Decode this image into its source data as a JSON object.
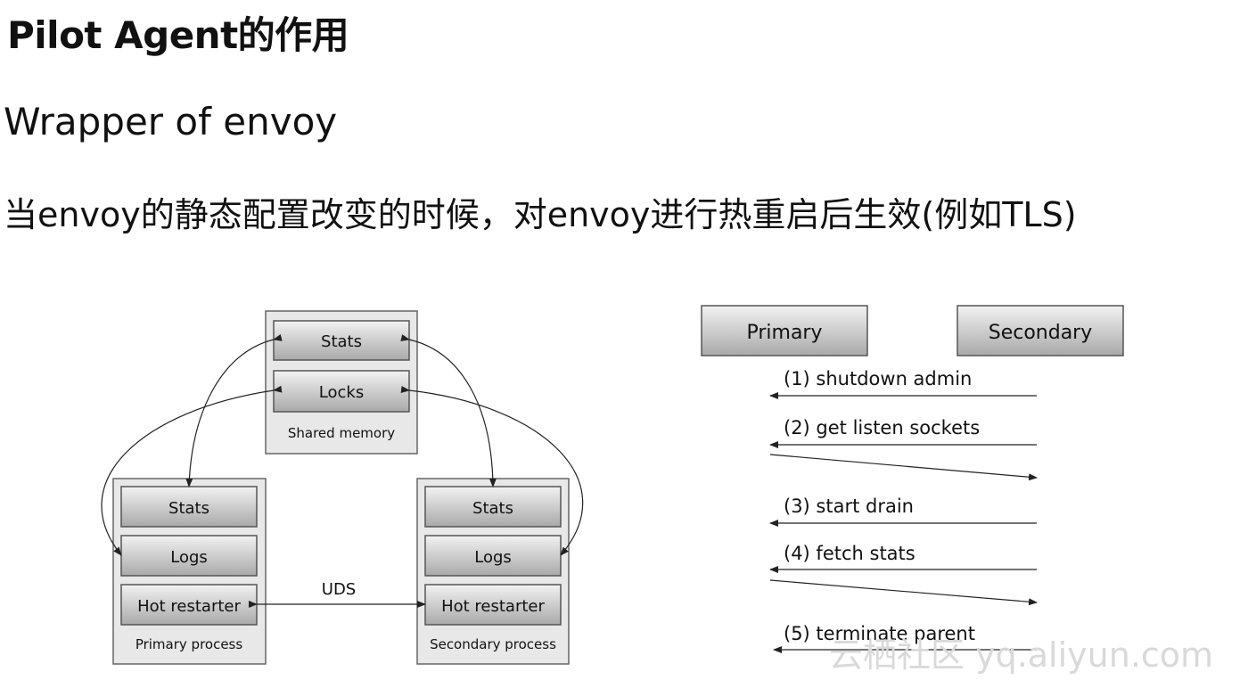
{
  "slide": {
    "title": "Pilot Agent的作用",
    "line1": "Wrapper of envoy",
    "line2": "当envoy的静态配置改变的时候，对envoy进行热重启后生效(例如TLS)"
  },
  "memory_diagram": {
    "shared_memory": {
      "caption": "Shared memory",
      "items": [
        "Stats",
        "Locks"
      ]
    },
    "primary_process": {
      "caption": "Primary process",
      "items": [
        "Stats",
        "Logs",
        "Hot restarter"
      ]
    },
    "secondary_process": {
      "caption": "Secondary process",
      "items": [
        "Stats",
        "Logs",
        "Hot restarter"
      ]
    },
    "link_label": "UDS"
  },
  "sequence_diagram": {
    "participants": [
      "Primary",
      "Secondary"
    ],
    "messages": [
      "(1) shutdown admin",
      "(2) get listen sockets",
      "(3) start drain",
      "(4) fetch stats",
      "(5) terminate parent"
    ]
  },
  "watermark": "云栖社区 yq.aliyun.com",
  "colors": {
    "box_light": "#f2f2f2",
    "box_dark": "#a9a9a9",
    "container": "#e8e8e8",
    "line": "#222222"
  }
}
